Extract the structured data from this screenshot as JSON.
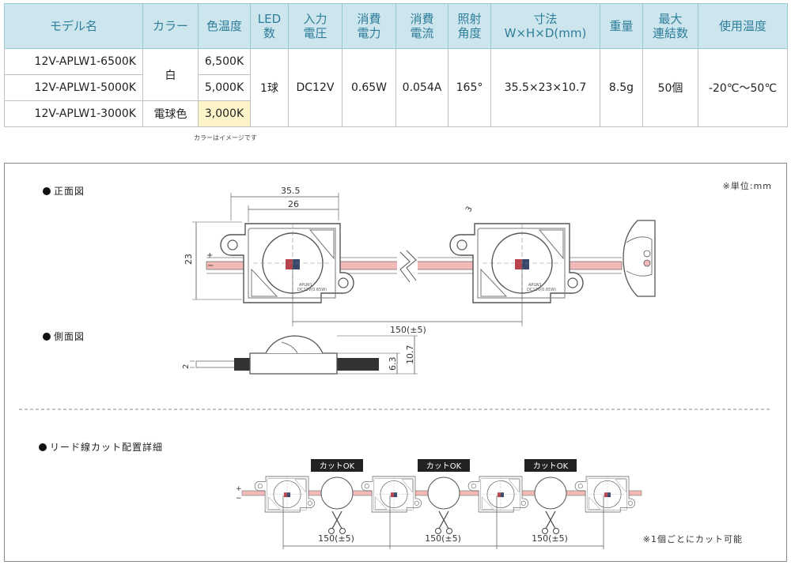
{
  "table": {
    "headers": [
      {
        "l1": "モデル名",
        "l2": ""
      },
      {
        "l1": "カラー",
        "l2": ""
      },
      {
        "l1": "色温度",
        "l2": ""
      },
      {
        "l1": "LED",
        "l2": "数"
      },
      {
        "l1": "入力",
        "l2": "電圧"
      },
      {
        "l1": "消費",
        "l2": "電力"
      },
      {
        "l1": "消費",
        "l2": "電流"
      },
      {
        "l1": "照射",
        "l2": "角度"
      },
      {
        "l1": "寸法",
        "l2": "W×H×D(mm)"
      },
      {
        "l1": "重量",
        "l2": ""
      },
      {
        "l1": "最大",
        "l2": "連結数"
      },
      {
        "l1": "使用温度",
        "l2": ""
      }
    ],
    "rows": [
      {
        "model": "12V-APLW1-6500K",
        "temp": "6,500K"
      },
      {
        "model": "12V-APLW1-5000K",
        "temp": "5,000K"
      },
      {
        "model": "12V-APLW1-3000K",
        "temp": "3,000K"
      }
    ],
    "color_white": "白",
    "color_bulb": "電球色",
    "led_count": "1球",
    "input_voltage": "DC12V",
    "power": "0.65W",
    "current": "0.054A",
    "angle": "165°",
    "size": "35.5×23×10.7",
    "weight": "8.5g",
    "max_links": "50個",
    "operating_temp": "-20℃～50℃"
  },
  "color_note": "カラーはイメージです",
  "drawing": {
    "front_title": "正面図",
    "side_title": "側面図",
    "cut_title": "リード線カット配置詳細",
    "unit_note": "※単位:mm",
    "cut_note": "※1個ごとにカット可能",
    "cut_ok": "カットOK",
    "dim_35_5": "35.5",
    "dim_26": "26",
    "dim_23": "23",
    "dim_3": "3",
    "dim_150": "150(±5)",
    "dim_2": "2",
    "dim_6_3": "6.3",
    "dim_10_7": "10.7",
    "module_text_1": "APLW1",
    "module_text_2": "DC12V(0.65W)",
    "polarity_plus": "+",
    "polarity_minus": "−",
    "wire_color": "#f2b9b9"
  }
}
